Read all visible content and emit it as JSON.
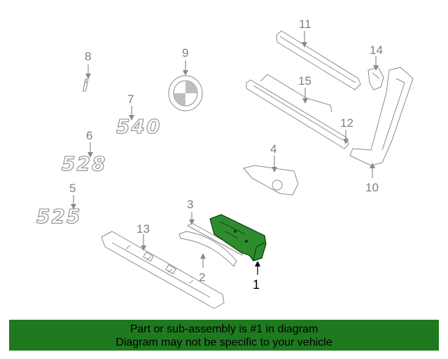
{
  "diagram": {
    "callouts": {
      "c1": "1",
      "c2": "2",
      "c3": "3",
      "c4": "4",
      "c5": "5",
      "c6": "6",
      "c7": "7",
      "c8": "8",
      "c9": "9",
      "c10": "10",
      "c11": "11",
      "c12": "12",
      "c13": "13",
      "c14": "14",
      "c15": "15"
    },
    "badges": {
      "b540": "540",
      "b528": "528",
      "b525": "525",
      "bi": "i"
    },
    "highlight_color": "#1f7a1f",
    "highlighted_part": "1"
  },
  "banner": {
    "line1": "Part or sub-assembly is #1 in diagram",
    "line2": "Diagram may not be specific to your vehicle",
    "color": "#1f7a1f"
  }
}
